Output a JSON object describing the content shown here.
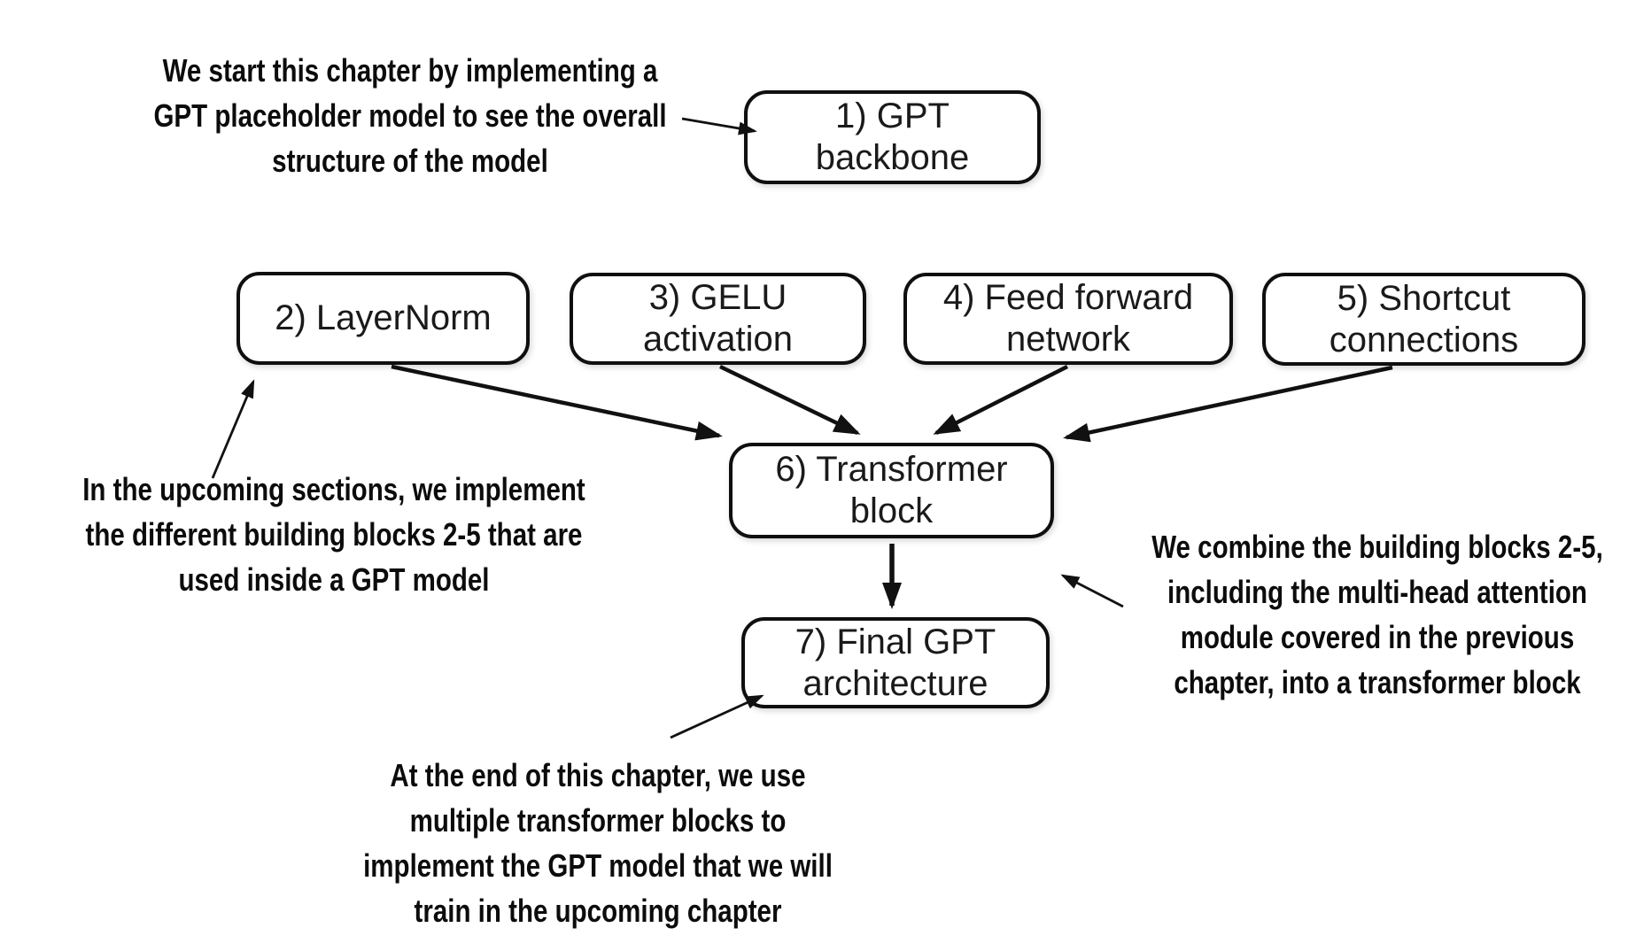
{
  "canvas": {
    "background": "#ffffff",
    "ink": "#111111"
  },
  "boxes": [
    {
      "id": "gpt-backbone",
      "lines": [
        "1) GPT",
        "backbone"
      ]
    },
    {
      "id": "layernorm",
      "lines": [
        "2) LayerNorm"
      ]
    },
    {
      "id": "gelu-activation",
      "lines": [
        "3) GELU",
        "activation"
      ]
    },
    {
      "id": "feed-forward-network",
      "lines": [
        "4) Feed forward",
        "network"
      ]
    },
    {
      "id": "shortcut-connections",
      "lines": [
        "5) Shortcut",
        "connections"
      ]
    },
    {
      "id": "transformer-block",
      "lines": [
        "6) Transformer",
        "block"
      ]
    },
    {
      "id": "final-gpt-architecture",
      "lines": [
        "7) Final GPT",
        "architecture"
      ]
    }
  ],
  "annotations": [
    {
      "id": "note-gpt-backbone",
      "lines": [
        "We start this chapter by implementing a",
        "GPT placeholder model to see the overall",
        "structure of the model"
      ]
    },
    {
      "id": "note-building-blocks",
      "lines": [
        "In the upcoming sections, we implement",
        "the different building blocks 2-5 that are",
        "used inside a GPT model"
      ]
    },
    {
      "id": "note-combine-blocks",
      "lines": [
        "We combine the building blocks 2-5,",
        "including the multi-head attention",
        "module covered in the previous",
        "chapter, into a transformer block"
      ]
    },
    {
      "id": "note-final-gpt",
      "lines": [
        "At the end of this chapter, we use",
        "multiple transformer blocks to",
        "implement the GPT model that we will",
        "train in the upcoming chapter"
      ]
    }
  ],
  "arrows": [
    {
      "from": "note-gpt-backbone",
      "to": "gpt-backbone",
      "style": "thin"
    },
    {
      "from": "note-building-blocks",
      "to": "layernorm",
      "style": "thin"
    },
    {
      "from": "layernorm",
      "to": "transformer-block",
      "style": "thick"
    },
    {
      "from": "gelu-activation",
      "to": "transformer-block",
      "style": "thick"
    },
    {
      "from": "feed-forward-network",
      "to": "transformer-block",
      "style": "thick"
    },
    {
      "from": "shortcut-connections",
      "to": "transformer-block",
      "style": "thick"
    },
    {
      "from": "transformer-block",
      "to": "final-gpt-architecture",
      "style": "thick"
    },
    {
      "from": "note-combine-blocks",
      "to": "transformer-block",
      "style": "thin"
    },
    {
      "from": "note-final-gpt",
      "to": "final-gpt-architecture",
      "style": "thin"
    }
  ]
}
